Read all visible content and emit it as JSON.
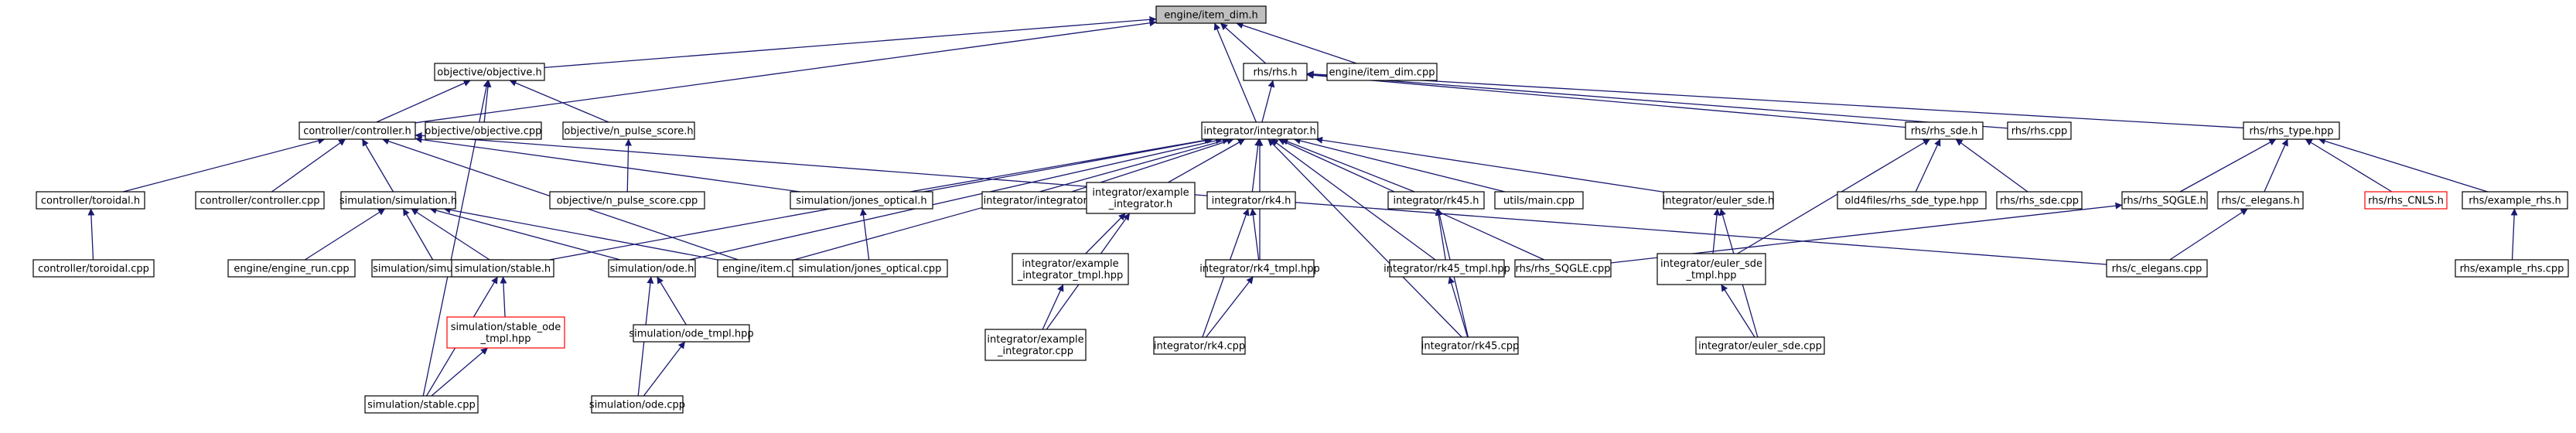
{
  "colors": {
    "edge": "#191970",
    "root_fill": "#bfbfbf",
    "node_stroke": "#000000",
    "undocumented_stroke": "#ff0000"
  },
  "nodes": {
    "item_dim_h": "engine/item_dim.h",
    "objective_h": "objective/objective.h",
    "rhs_h": "rhs/rhs.h",
    "item_dim_cpp": "engine/item_dim.cpp",
    "controller_h": "controller/controller.h",
    "objective_cpp": "objective/objective.cpp",
    "n_pulse_score_h": "objective/n_pulse_score.h",
    "integrator_h": "integrator/integrator.h",
    "rhs_sde_h": "rhs/rhs_sde.h",
    "rhs_cpp": "rhs/rhs.cpp",
    "rhs_type_hpp": "rhs/rhs_type.hpp",
    "toroidal_h": "controller/toroidal.h",
    "controller_cpp": "controller/controller.cpp",
    "simulation_h": "simulation/simulation.h",
    "n_pulse_score_cpp": "objective/n_pulse_score.cpp",
    "jones_optical_h": "simulation/jones_optical.h",
    "integrator_cpp": "integrator/integrator.cpp",
    "example_integrator_h": [
      "integrator/example",
      "_integrator.h"
    ],
    "rk4_h": "integrator/rk4.h",
    "rk45_h": "integrator/rk45.h",
    "utils_main_cpp": "utils/main.cpp",
    "euler_sde_h": "integrator/euler_sde.h",
    "old4files_hpp": "old4files/rhs_sde_type.hpp",
    "rhs_sde_cpp": "rhs/rhs_sde.cpp",
    "rhs_SQGLE_h": "rhs/rhs_SQGLE.h",
    "c_elegans_h": "rhs/c_elegans.h",
    "rhs_CNLS_h": "rhs/rhs_CNLS.h",
    "example_rhs_h": "rhs/example_rhs.h",
    "toroidal_cpp": "controller/toroidal.cpp",
    "engine_run_cpp": "engine/engine_run.cpp",
    "simulation_cpp": "simulation/simulation.cpp",
    "stable_h": "simulation/stable.h",
    "ode_h": "simulation/ode.h",
    "item_cpp": "engine/item.cpp",
    "jones_optical_cpp": "simulation/jones_optical.cpp",
    "example_integrator_tmpl_hpp": [
      "integrator/example",
      "_integrator_tmpl.hpp"
    ],
    "rk4_tmpl_hpp": "integrator/rk4_tmpl.hpp",
    "rk45_tmpl_hpp": "integrator/rk45_tmpl.hpp",
    "rhs_SQGLE_cpp": "rhs/rhs_SQGLE.cpp",
    "euler_sde_tmpl_hpp": [
      "integrator/euler_sde",
      "_tmpl.hpp"
    ],
    "c_elegans_cpp": "rhs/c_elegans.cpp",
    "example_rhs_cpp": "rhs/example_rhs.cpp",
    "stable_ode_tmpl_hpp": [
      "simulation/stable_ode",
      "_tmpl.hpp"
    ],
    "ode_tmpl_hpp": "simulation/ode_tmpl.hpp",
    "example_integrator_cpp": [
      "integrator/example",
      "_integrator.cpp"
    ],
    "rk4_cpp": "integrator/rk4.cpp",
    "rk45_cpp": "integrator/rk45.cpp",
    "euler_sde_cpp": "integrator/euler_sde.cpp",
    "stable_cpp": "simulation/stable.cpp",
    "ode_cpp": "simulation/ode.cpp"
  },
  "edges": [
    [
      "objective_h",
      "item_dim_h"
    ],
    [
      "rhs_h",
      "item_dim_h"
    ],
    [
      "item_dim_cpp",
      "item_dim_h"
    ],
    [
      "controller_h",
      "item_dim_h"
    ],
    [
      "integrator_h",
      "item_dim_h"
    ],
    [
      "controller_h",
      "objective_h"
    ],
    [
      "objective_cpp",
      "objective_h"
    ],
    [
      "n_pulse_score_h",
      "objective_h"
    ],
    [
      "stable_cpp",
      "objective_h"
    ],
    [
      "n_pulse_score_cpp",
      "n_pulse_score_h"
    ],
    [
      "integrator_h",
      "rhs_h"
    ],
    [
      "rhs_sde_h",
      "rhs_h"
    ],
    [
      "rhs_cpp",
      "rhs_h"
    ],
    [
      "rhs_type_hpp",
      "rhs_h"
    ],
    [
      "toroidal_h",
      "controller_h"
    ],
    [
      "controller_cpp",
      "controller_h"
    ],
    [
      "simulation_h",
      "controller_h"
    ],
    [
      "jones_optical_h",
      "controller_h"
    ],
    [
      "item_cpp",
      "controller_h"
    ],
    [
      "c_elegans_cpp",
      "controller_h"
    ],
    [
      "toroidal_cpp",
      "toroidal_h"
    ],
    [
      "engine_run_cpp",
      "simulation_h"
    ],
    [
      "simulation_cpp",
      "simulation_h"
    ],
    [
      "stable_h",
      "simulation_h"
    ],
    [
      "ode_h",
      "simulation_h"
    ],
    [
      "item_cpp",
      "simulation_h"
    ],
    [
      "jones_optical_h",
      "integrator_h"
    ],
    [
      "integrator_cpp",
      "integrator_h"
    ],
    [
      "example_integrator_h",
      "integrator_h"
    ],
    [
      "rk4_h",
      "integrator_h"
    ],
    [
      "rk45_h",
      "integrator_h"
    ],
    [
      "utils_main_cpp",
      "integrator_h"
    ],
    [
      "euler_sde_h",
      "integrator_h"
    ],
    [
      "stable_h",
      "integrator_h"
    ],
    [
      "ode_h",
      "integrator_h"
    ],
    [
      "item_cpp",
      "integrator_h"
    ],
    [
      "rk4_tmpl_hpp",
      "integrator_h"
    ],
    [
      "rk45_tmpl_hpp",
      "integrator_h"
    ],
    [
      "rhs_SQGLE_cpp",
      "integrator_h"
    ],
    [
      "rk45_cpp",
      "integrator_h"
    ],
    [
      "jones_optical_cpp",
      "jones_optical_h"
    ],
    [
      "example_integrator_tmpl_hpp",
      "example_integrator_h"
    ],
    [
      "example_integrator_cpp",
      "example_integrator_h"
    ],
    [
      "example_integrator_cpp",
      "example_integrator_tmpl_hpp"
    ],
    [
      "rk4_tmpl_hpp",
      "rk4_h"
    ],
    [
      "rk4_cpp",
      "rk4_h"
    ],
    [
      "rk4_cpp",
      "rk4_tmpl_hpp"
    ],
    [
      "rk45_tmpl_hpp",
      "rk45_h"
    ],
    [
      "rk45_cpp",
      "rk45_h"
    ],
    [
      "rk45_cpp",
      "rk45_tmpl_hpp"
    ],
    [
      "euler_sde_tmpl_hpp",
      "euler_sde_h"
    ],
    [
      "euler_sde_cpp",
      "euler_sde_h"
    ],
    [
      "euler_sde_cpp",
      "euler_sde_tmpl_hpp"
    ],
    [
      "old4files_hpp",
      "rhs_sde_h"
    ],
    [
      "rhs_sde_cpp",
      "rhs_sde_h"
    ],
    [
      "euler_sde_tmpl_hpp",
      "rhs_sde_h"
    ],
    [
      "rhs_SQGLE_h",
      "rhs_type_hpp"
    ],
    [
      "c_elegans_h",
      "rhs_type_hpp"
    ],
    [
      "rhs_CNLS_h",
      "rhs_type_hpp"
    ],
    [
      "example_rhs_h",
      "rhs_type_hpp"
    ],
    [
      "rhs_SQGLE_cpp",
      "rhs_SQGLE_h"
    ],
    [
      "c_elegans_cpp",
      "c_elegans_h"
    ],
    [
      "example_rhs_cpp",
      "example_rhs_h"
    ],
    [
      "stable_ode_tmpl_hpp",
      "stable_h"
    ],
    [
      "stable_cpp",
      "stable_h"
    ],
    [
      "stable_cpp",
      "stable_ode_tmpl_hpp"
    ],
    [
      "ode_tmpl_hpp",
      "ode_h"
    ],
    [
      "ode_cpp",
      "ode_h"
    ],
    [
      "ode_cpp",
      "ode_tmpl_hpp"
    ]
  ]
}
